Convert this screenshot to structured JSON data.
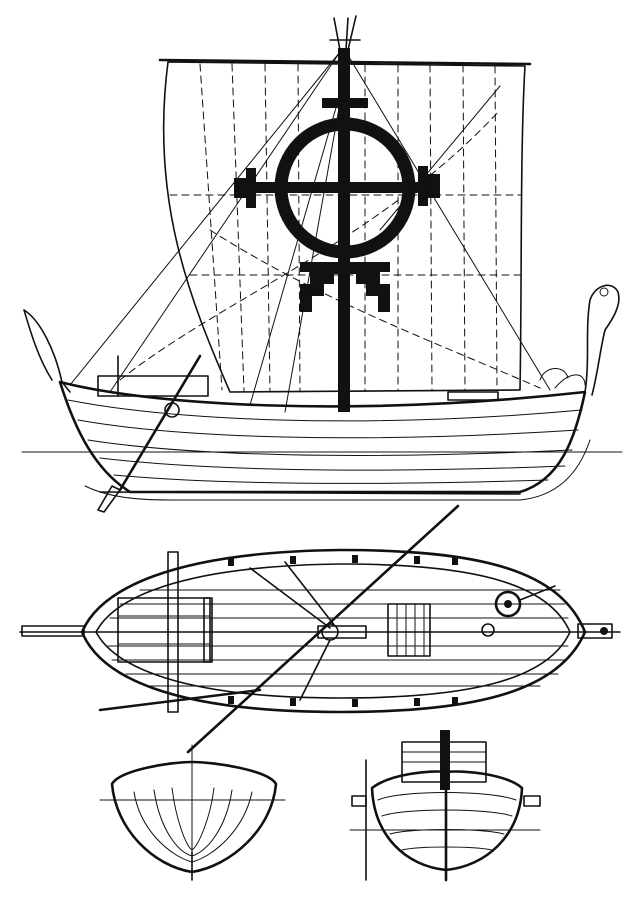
{
  "figure": {
    "kind": "technical line drawing",
    "ink_color": "#111111",
    "paper_color": "#ffffff",
    "views": [
      {
        "name": "side-elevation",
        "elements": [
          "square-sail",
          "sail-emblem",
          "mast",
          "rigging",
          "hull",
          "steering-oar",
          "carved-stern-post",
          "stern-post"
        ]
      },
      {
        "name": "deck-plan",
        "elements": [
          "deck-planking",
          "yard",
          "rear-deck-box",
          "hatch",
          "capstan",
          "steering-oar",
          "bow-post-end"
        ]
      },
      {
        "name": "bow-section-frames",
        "elements": [
          "frame-lines",
          "keel"
        ]
      },
      {
        "name": "end-view",
        "elements": [
          "hull-end",
          "rudder-post",
          "superstructure"
        ]
      }
    ]
  }
}
